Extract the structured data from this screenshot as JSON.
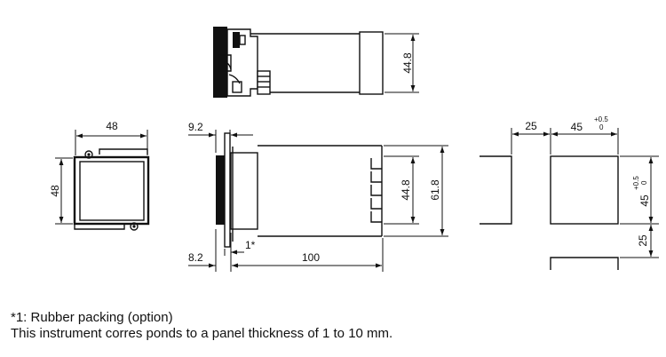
{
  "top_view": {
    "dimension_height": "44.8"
  },
  "front_view": {
    "dimension_width": "48",
    "dimension_height": "48"
  },
  "side_view": {
    "dimension_bezel": "9.2",
    "dimension_inner_height": "44.8",
    "dimension_outer_height": "61.8",
    "dimension_packing_note": "1*",
    "dimension_front_depth": "8.2",
    "dimension_body_length": "100"
  },
  "panel_cutout": {
    "dimension_spacing_horizontal": "25",
    "dimension_cutout_width": "45",
    "dimension_cutout_width_tolerance_upper": "+0.5",
    "dimension_cutout_width_tolerance_lower": "0",
    "dimension_cutout_height": "45",
    "dimension_cutout_height_tolerance_upper": "+0.5",
    "dimension_cutout_height_tolerance_lower": "0",
    "dimension_spacing_vertical": "25"
  },
  "notes": {
    "line1": "*1: Rubber packing (option)",
    "line2": "This instrument corres ponds to a panel thickness of 1 to 10 mm."
  }
}
